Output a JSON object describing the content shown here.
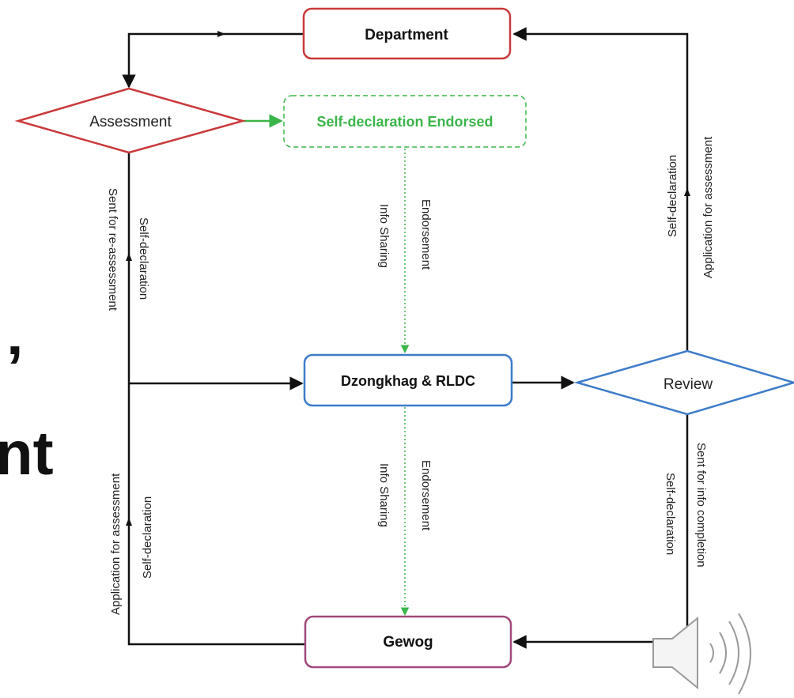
{
  "background_fragments": {
    "line1": "’",
    "line2": "nt"
  },
  "nodes": {
    "department": "Department",
    "assessment": "Assessment",
    "self_declaration_endorsed": "Self-declaration Endorsed",
    "dzongkhag_rldc": "Dzongkhag & RLDC",
    "review": "Review",
    "gewog": "Gewog"
  },
  "edge_labels": {
    "left_top_outer": "Sent for re-assessment",
    "left_top_inner": "Self-declaration",
    "left_bottom_outer": "Application for assessment",
    "left_bottom_inner": "Self-declaration",
    "mid_top_left": "Info Sharing",
    "mid_top_right": "Endorsement",
    "mid_bottom_left": "Info Sharing",
    "mid_bottom_right": "Endorsement",
    "right_top_inner": "Self-declaration",
    "right_top_outer": "Application for assessment",
    "right_bottom_outer": "Sent for info completion",
    "right_bottom_inner": "Self-declaration"
  },
  "colors": {
    "red": "#c9393b",
    "blue": "#3d7cc9",
    "green": "#3bb54a",
    "purple": "#a0487a",
    "line": "#111111"
  },
  "icons": {
    "audio": "speaker-icon"
  }
}
